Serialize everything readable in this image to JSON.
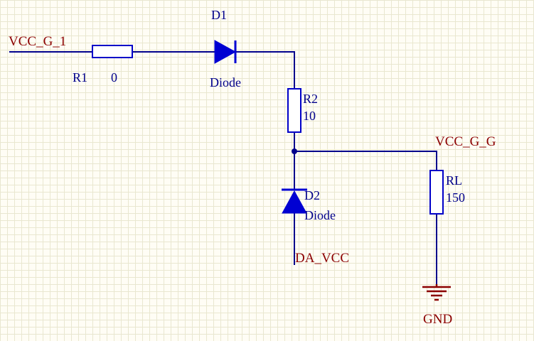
{
  "colors": {
    "wire": "#00008b",
    "component_outline": "#0000c8",
    "diode_fill": "#0000d2",
    "net_label": "#8b0000",
    "designator": "#00008b",
    "canvas_bg": "#fffdf5",
    "grid_line": "#e9e7d0"
  },
  "components": {
    "r1": {
      "designator": "R1",
      "value": "0"
    },
    "r2": {
      "designator": "R2",
      "value": "10"
    },
    "rl": {
      "designator": "RL",
      "value": "150"
    },
    "d1": {
      "designator": "D1",
      "value": "Diode"
    },
    "d2": {
      "designator": "D2",
      "value": "Diode"
    }
  },
  "net_labels": {
    "vcc_g_1": "VCC_G_1",
    "vcc_g_g": "VCC_G_G",
    "da_vcc": "DA_VCC",
    "gnd": "GND"
  }
}
